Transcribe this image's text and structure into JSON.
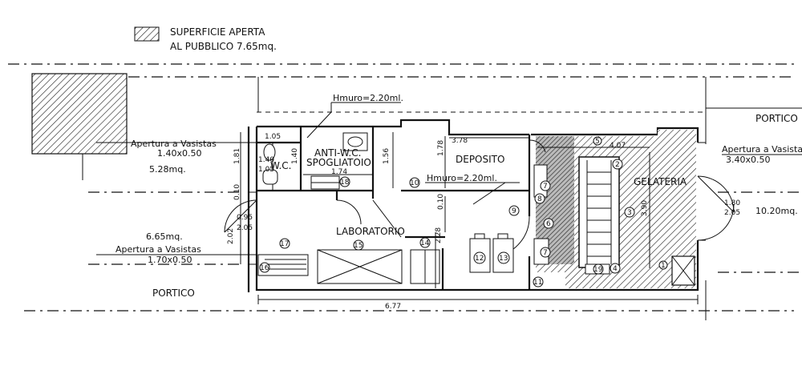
{
  "legend": {
    "line1": "SUPERFICIE APERTA",
    "line2": "AL PUBBLICO 7.65mq."
  },
  "rooms": {
    "wc": "W.C.",
    "anti_wc_1": "ANTI-W.C.",
    "anti_wc_2": "SPOGLIATOIO",
    "deposito": "DEPOSITO",
    "laboratorio": "LABORATORIO",
    "gelateria": "GELATERIA",
    "portico_left": "PORTICO",
    "portico_right": "PORTICO"
  },
  "annotations": {
    "hmuro_top": "Hmuro=2.20ml.",
    "hmuro_mid": "Hmuro=2.20ml.",
    "apertura_left_top": "Apertura a Vasistas",
    "apertura_left_top_dim": "1.40x0.50",
    "apertura_left_bottom": "Apertura a Vasistas",
    "apertura_left_bottom_dim": "1.70x0.50",
    "apertura_right": "Apertura a Vasistas",
    "apertura_right_dim": "3.40x0.50",
    "area_528": "5.28mq.",
    "area_665": "6.65mq.",
    "area_1020": "10.20mq."
  },
  "dimensions": {
    "d105_top": "1.05",
    "d181": "1.81",
    "d140_v": "1.40",
    "d140": "1.40",
    "d105_b": "1.05",
    "d156": "1.56",
    "d178": "1.78",
    "d378": "3.78",
    "d407": "4.07",
    "d174": "1.74",
    "d010_left": "0.10",
    "d010_mid": "0.10",
    "d095": "0.95",
    "d205_left": "2.05",
    "d202": "2.02",
    "d228": "2.28",
    "d390": "3.90",
    "d180": "1.80",
    "d205_right": "2.05",
    "d677": "6.77"
  },
  "equipment": [
    "1",
    "2",
    "3",
    "4",
    "5",
    "6",
    "7",
    "7",
    "8",
    "9",
    "10",
    "11",
    "12",
    "13",
    "14",
    "15",
    "16",
    "17",
    "18",
    "19"
  ]
}
